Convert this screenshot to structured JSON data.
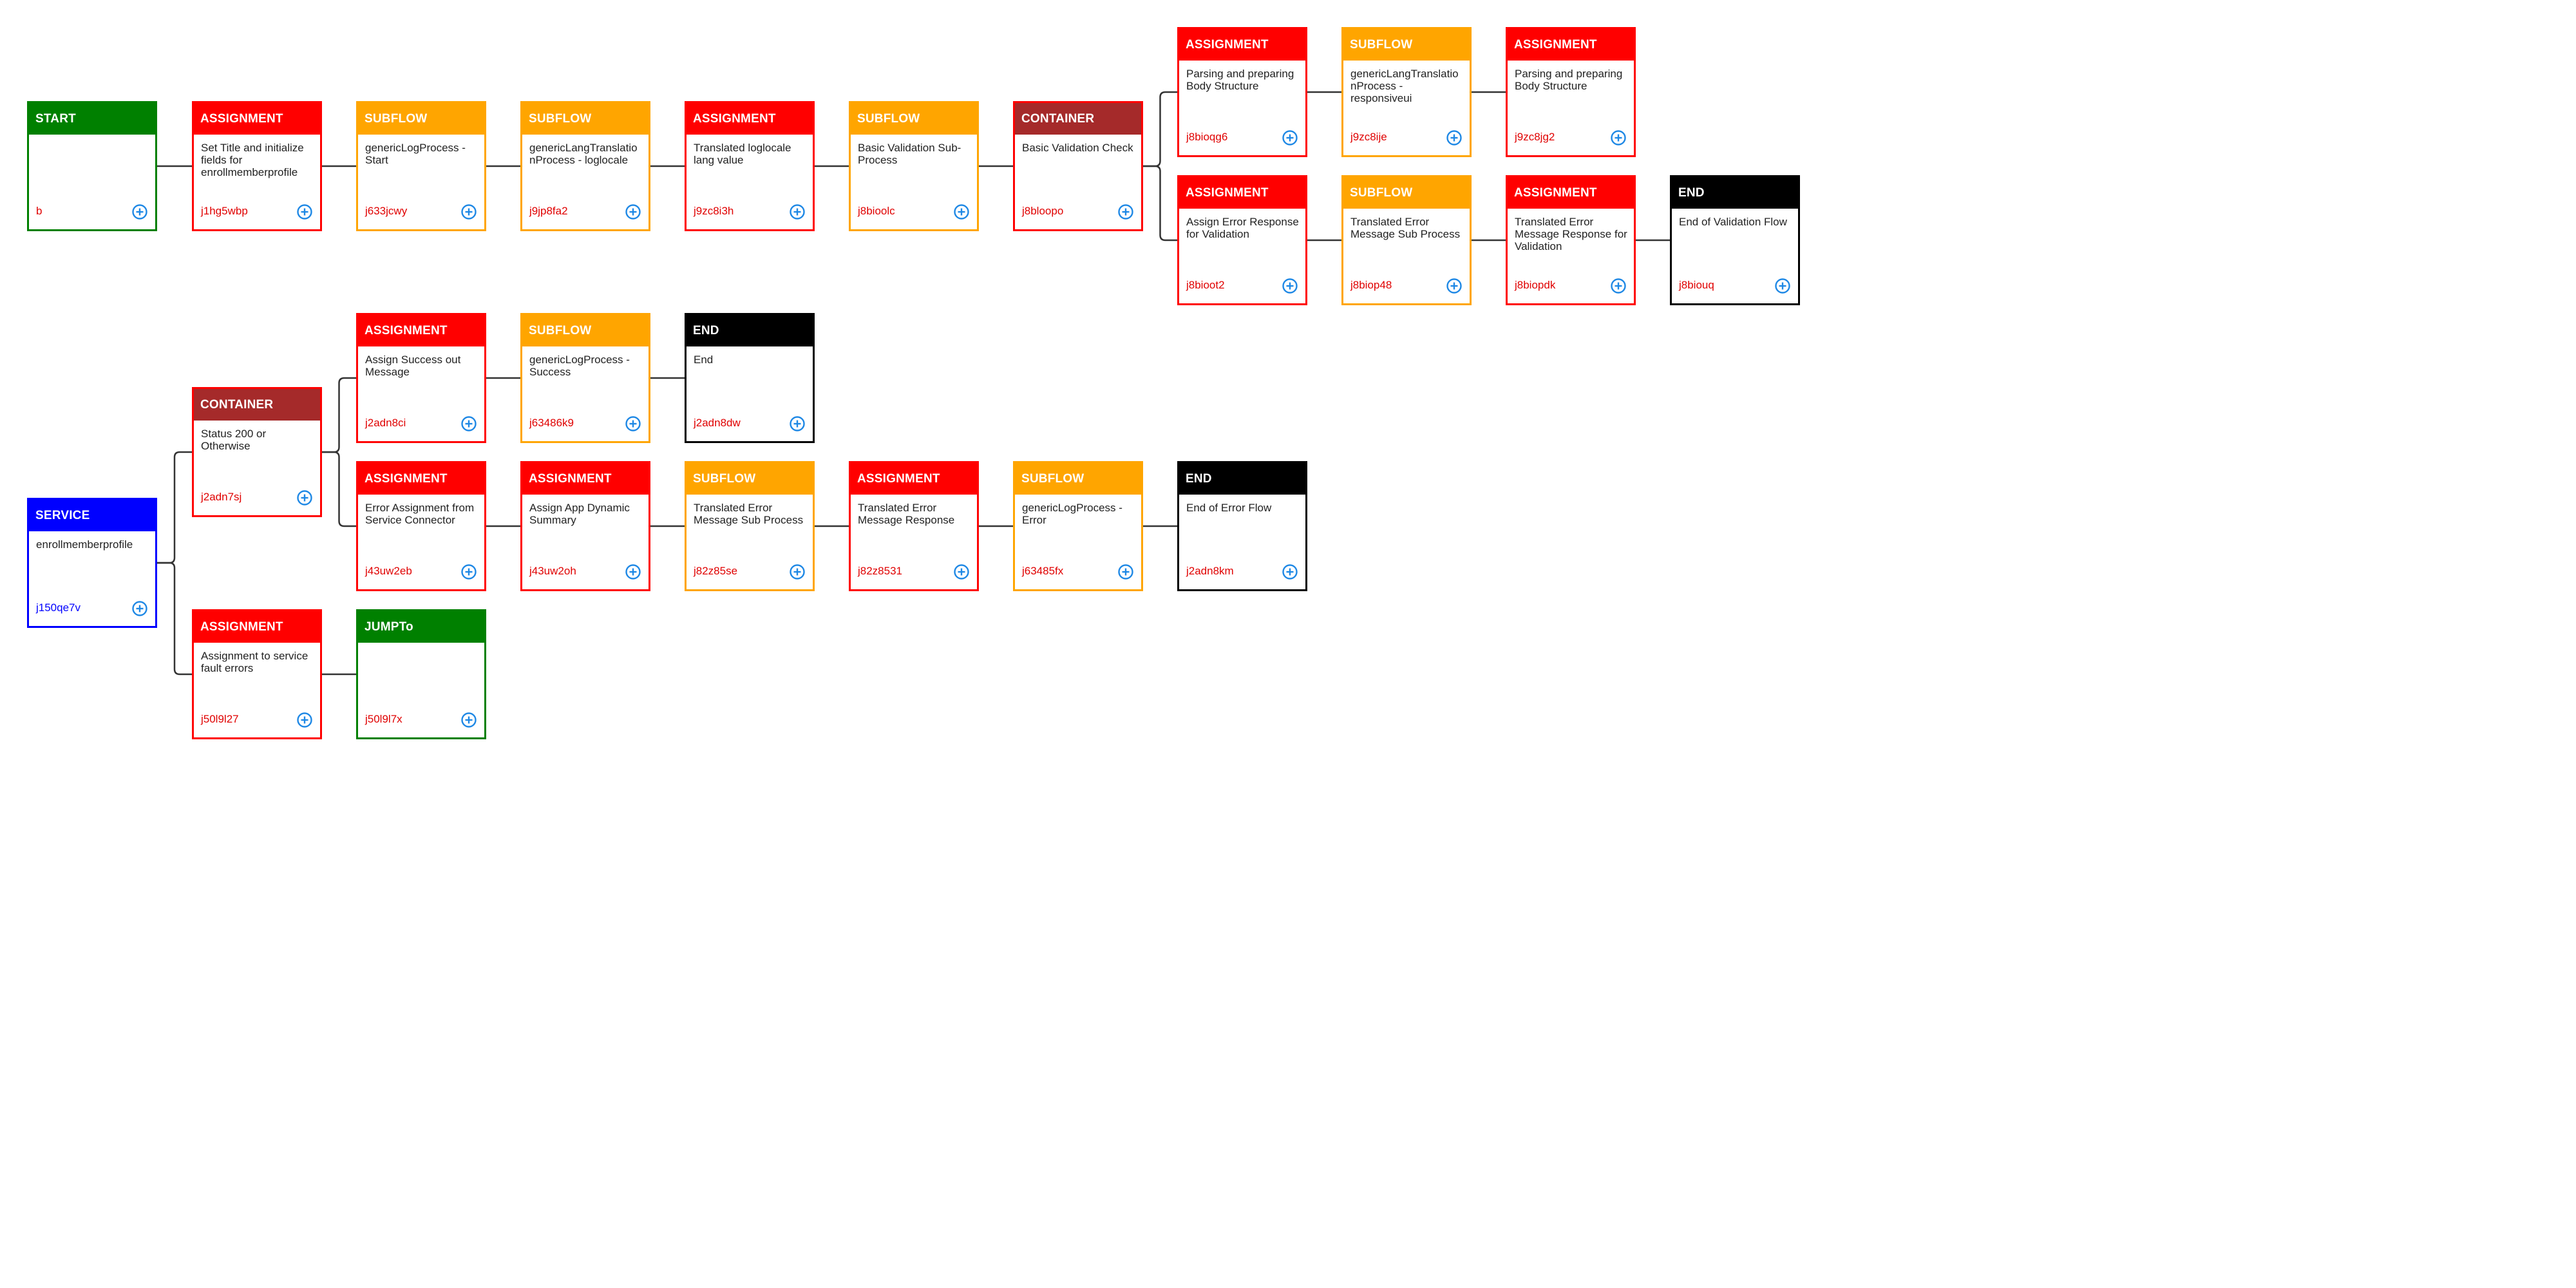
{
  "nodes": [
    {
      "key": "start",
      "type": "start",
      "title": "START",
      "desc": "",
      "id": "b"
    },
    {
      "key": "a1",
      "type": "assignment",
      "title": "ASSIGNMENT",
      "desc": "Set Title and initialize fields for enrollmemberprofile",
      "id": "j1hg5wbp"
    },
    {
      "key": "s1",
      "type": "subflow",
      "title": "SUBFLOW",
      "desc": "genericLogProcess - Start",
      "id": "j633jcwy"
    },
    {
      "key": "s2",
      "type": "subflow",
      "title": "SUBFLOW",
      "desc": "genericLangTranslationProcess - loglocale",
      "id": "j9jp8fa2"
    },
    {
      "key": "a2",
      "type": "assignment",
      "title": "ASSIGNMENT",
      "desc": "Translated loglocale lang value",
      "id": "j9zc8i3h"
    },
    {
      "key": "s3",
      "type": "subflow",
      "title": "SUBFLOW",
      "desc": "Basic Validation Sub-Process",
      "id": "j8bioolc"
    },
    {
      "key": "c1",
      "type": "container",
      "title": "CONTAINER",
      "desc": "Basic Validation Check",
      "id": "j8bloopo"
    },
    {
      "key": "a3",
      "type": "assignment",
      "title": "ASSIGNMENT",
      "desc": "Parsing and preparing Body Structure",
      "id": "j8bioqg6"
    },
    {
      "key": "s4",
      "type": "subflow",
      "title": "SUBFLOW",
      "desc": "genericLangTranslationProcess - responsiveui",
      "id": "j9zc8ije"
    },
    {
      "key": "a4",
      "type": "assignment",
      "title": "ASSIGNMENT",
      "desc": "Parsing and preparing Body Structure",
      "id": "j9zc8jg2"
    },
    {
      "key": "a5",
      "type": "assignment",
      "title": "ASSIGNMENT",
      "desc": "Assign Error Response for Validation",
      "id": "j8bioot2"
    },
    {
      "key": "s5",
      "type": "subflow",
      "title": "SUBFLOW",
      "desc": "Translated Error Message Sub Process",
      "id": "j8biop48"
    },
    {
      "key": "a6",
      "type": "assignment",
      "title": "ASSIGNMENT",
      "desc": "Translated Error Message Response for Validation",
      "id": "j8biopdk"
    },
    {
      "key": "e1",
      "type": "end",
      "title": "END",
      "desc": "End of Validation Flow",
      "id": "j8biouq"
    },
    {
      "key": "svc",
      "type": "service",
      "title": "SERVICE",
      "desc": "enrollmemberprofile",
      "id": "j150qe7v"
    },
    {
      "key": "c2",
      "type": "container",
      "title": "CONTAINER",
      "desc": "Status 200 or Otherwise",
      "id": "j2adn7sj"
    },
    {
      "key": "a7",
      "type": "assignment",
      "title": "ASSIGNMENT",
      "desc": "Assign Success out Message",
      "id": "j2adn8ci"
    },
    {
      "key": "s6",
      "type": "subflow",
      "title": "SUBFLOW",
      "desc": "genericLogProcess - Success",
      "id": "j63486k9"
    },
    {
      "key": "e2",
      "type": "end",
      "title": "END",
      "desc": "End",
      "id": "j2adn8dw"
    },
    {
      "key": "a8",
      "type": "assignment",
      "title": "ASSIGNMENT",
      "desc": "Error Assignment from Service Connector",
      "id": "j43uw2eb"
    },
    {
      "key": "a9",
      "type": "assignment",
      "title": "ASSIGNMENT",
      "desc": "Assign App Dynamic Summary",
      "id": "j43uw2oh"
    },
    {
      "key": "s7",
      "type": "subflow",
      "title": "SUBFLOW",
      "desc": "Translated Error Message Sub Process",
      "id": "j82z85se"
    },
    {
      "key": "a10",
      "type": "assignment",
      "title": "ASSIGNMENT",
      "desc": "Translated Error Message Response",
      "id": "j82z8531"
    },
    {
      "key": "s8",
      "type": "subflow",
      "title": "SUBFLOW",
      "desc": "genericLogProcess - Error",
      "id": "j63485fx"
    },
    {
      "key": "e3",
      "type": "end",
      "title": "END",
      "desc": "End of Error Flow",
      "id": "j2adn8km"
    },
    {
      "key": "a11",
      "type": "assignment",
      "title": "ASSIGNMENT",
      "desc": "Assignment to service fault errors",
      "id": "j50l9l27"
    },
    {
      "key": "j1",
      "type": "jumpto",
      "title": "JUMPTo",
      "desc": "",
      "id": "j50l9l7x"
    }
  ],
  "edges": [
    [
      "start",
      "a1"
    ],
    [
      "a1",
      "s1"
    ],
    [
      "s1",
      "s2"
    ],
    [
      "s2",
      "a2"
    ],
    [
      "a2",
      "s3"
    ],
    [
      "s3",
      "c1"
    ],
    [
      "c1",
      "a3"
    ],
    [
      "a3",
      "s4"
    ],
    [
      "s4",
      "a4"
    ],
    [
      "c1",
      "a5"
    ],
    [
      "a5",
      "s5"
    ],
    [
      "s5",
      "a6"
    ],
    [
      "a6",
      "e1"
    ],
    [
      "svc",
      "c2"
    ],
    [
      "c2",
      "a7"
    ],
    [
      "a7",
      "s6"
    ],
    [
      "s6",
      "e2"
    ],
    [
      "c2",
      "a8"
    ],
    [
      "a8",
      "a9"
    ],
    [
      "a9",
      "s7"
    ],
    [
      "s7",
      "a10"
    ],
    [
      "a10",
      "s8"
    ],
    [
      "s8",
      "e3"
    ],
    [
      "svc",
      "a11"
    ],
    [
      "a11",
      "j1"
    ]
  ],
  "colors": {
    "start": "#008000",
    "assignment": "#ff0000",
    "subflow": "#ffa500",
    "container": "#a52a2a",
    "end": "#000000",
    "service": "#0000ff",
    "jumpto": "#008000",
    "add_icon": "#1e88e5",
    "wire": "#333333"
  },
  "icons": {
    "add": "plus-circle-icon"
  }
}
